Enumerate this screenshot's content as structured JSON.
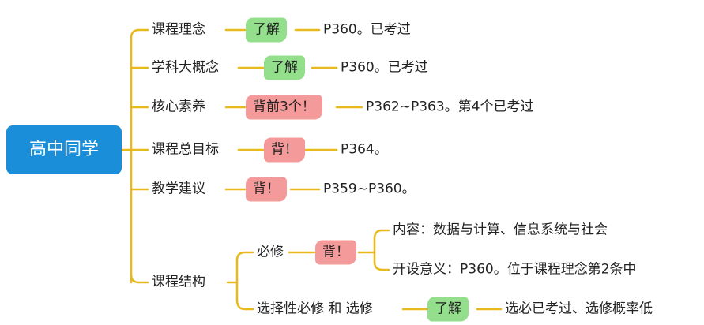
{
  "colors": {
    "root_bg": "#1a8ed8",
    "line": "#e8b91c",
    "highlight_green": "#93df8c",
    "highlight_red": "#f59a9a"
  },
  "root": {
    "label": "高中同学"
  },
  "branches": [
    {
      "label": "课程理念",
      "tag": "了解",
      "tag_color": "green",
      "note": "P360。已考过"
    },
    {
      "label": "学科大概念",
      "tag": "了解",
      "tag_color": "green",
      "note": "P360。已考过"
    },
    {
      "label": "核心素养",
      "tag": "背前3个！",
      "tag_color": "red",
      "note": "P362~P363。第4个已考过"
    },
    {
      "label": "课程总目标",
      "tag": "背！",
      "tag_color": "red",
      "note": "P364。"
    },
    {
      "label": "教学建议",
      "tag": "背！",
      "tag_color": "red",
      "note": "P359~P360。"
    },
    {
      "label": "课程结构",
      "children": [
        {
          "label": "必修",
          "tag": "背！",
          "tag_color": "red",
          "notes": [
            "内容：数据与计算、信息系统与社会",
            "开设意义：P360。位于课程理念第2条中"
          ]
        },
        {
          "label": "选择性必修 和 选修",
          "tag": "了解",
          "tag_color": "green",
          "note": "选必已考过、选修概率低"
        }
      ]
    }
  ]
}
